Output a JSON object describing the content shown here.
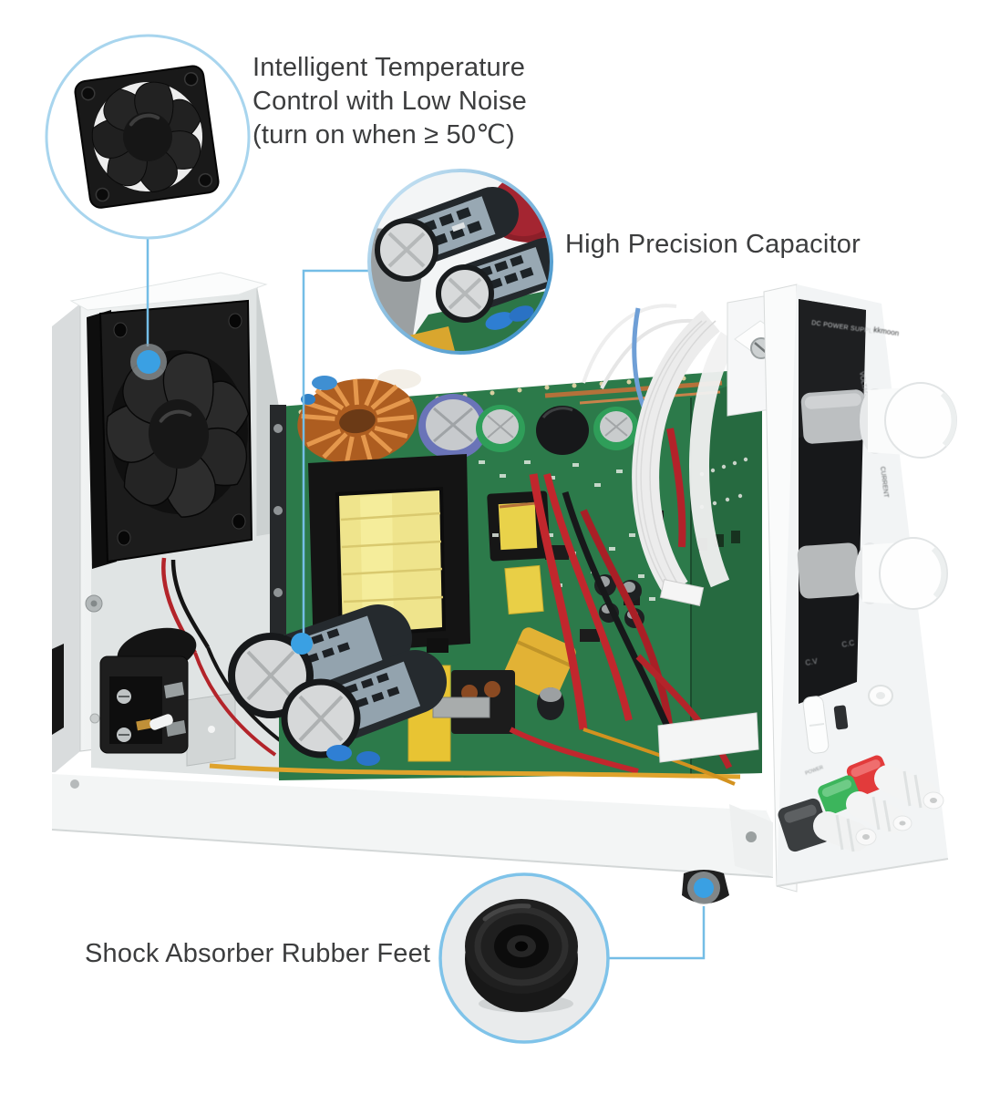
{
  "annotations": {
    "temperature": {
      "line1": "Intelligent Temperature",
      "line2": "Control with Low Noise",
      "line3": "(turn on when ≥ 50℃)"
    },
    "capacitor": {
      "label": "High Precision Capacitor"
    },
    "feet": {
      "label": "Shock Absorber Rubber Feet"
    }
  },
  "device": {
    "display_header": "DC POWER SUPPLY",
    "brand": "kkmoon",
    "labels": {
      "voltage": "VOLTAGE",
      "current": "CURRENT",
      "cv": "C.V",
      "cc": "C.C",
      "power": "POWER"
    }
  },
  "insets": {
    "fan": "cooling-fan-photo",
    "capacitor": "capacitor-closeup-photo",
    "foot": "rubber-foot-closeup-photo"
  },
  "colors": {
    "callout_line": "#74bde6",
    "callout_dot": "#3aa0e3",
    "inset_ring_light": "#a8d5ee",
    "inset_ring_strong": "#2f88c4",
    "annotation_text": "#3c3d3e",
    "pcb_green": "#2c7a4a",
    "transformer_yellow": "#efe48c",
    "toroid_copper": "#b4611f",
    "wire_red": "#c1272d",
    "post_red": "#e23b3b",
    "post_green": "#3cb55c",
    "post_black": "#3b3e40",
    "case_white": "#f3f5f5"
  }
}
